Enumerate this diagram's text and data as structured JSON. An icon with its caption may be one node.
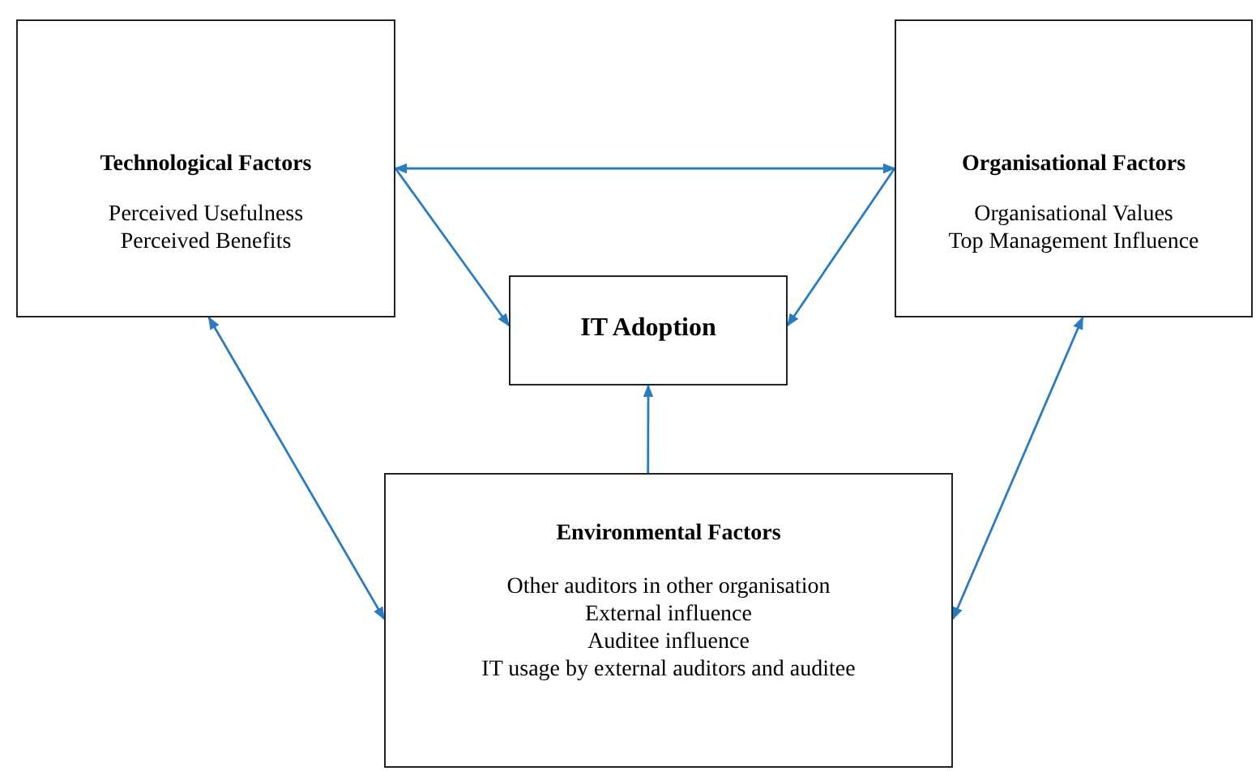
{
  "diagram": {
    "nodes": [
      {
        "text": [
          "Technological Factors",
          "Perceived Usefulness",
          "Perceived Benefits"
        ]
      },
      {
        "text": [
          "Organisational Factors",
          "Organisational Values",
          "Top Management Influence"
        ]
      },
      {
        "text": [
          "IT Adoption"
        ]
      },
      {
        "text": [
          "Environmental Factors",
          "Other auditors in other organisation",
          "External influence",
          "Auditee influence",
          "IT usage by external auditors and auditee"
        ]
      }
    ],
    "edges": [
      {
        "from": 0,
        "to": 1,
        "arrow": "both"
      },
      {
        "from": 0,
        "to": 2,
        "arrow": "to"
      },
      {
        "from": 1,
        "to": 2,
        "arrow": "to"
      },
      {
        "from": 3,
        "to": 2,
        "arrow": "to"
      },
      {
        "from": 0,
        "to": 3,
        "arrow": "both"
      },
      {
        "from": 1,
        "to": 3,
        "arrow": "both"
      }
    ]
  }
}
